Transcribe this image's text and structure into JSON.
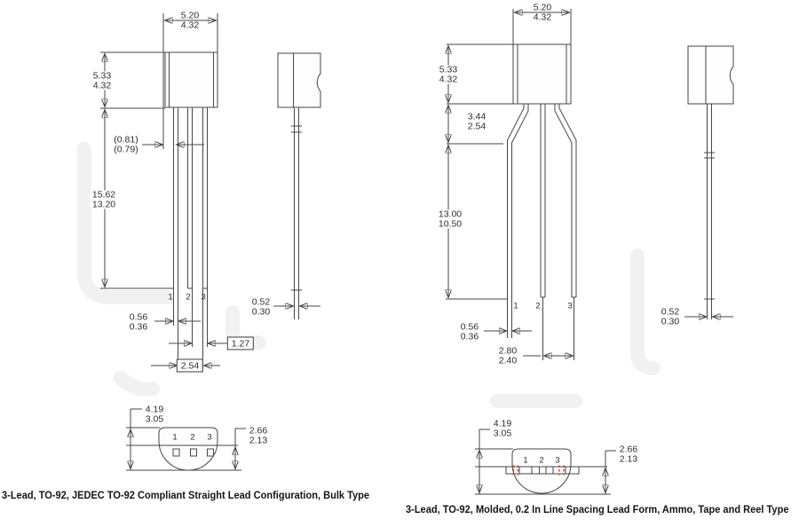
{
  "page": {
    "background_color": "#ffffff",
    "line_color": "#464646",
    "red_accent": "#c03a34"
  },
  "figure_left": {
    "caption": "3-Lead, TO-92, JEDEC TO-92 Compliant Straight Lead Configuration, Bulk Type",
    "dims": {
      "body_width": {
        "max": "5.20",
        "min": "4.32"
      },
      "body_height": {
        "max": "5.33",
        "min": "4.32"
      },
      "lead_offset_ref": {
        "max": "(0.81)",
        "min": "(0.79)"
      },
      "lead_length": {
        "max": "15.62",
        "min": "13.20"
      },
      "lead_width": {
        "max": "0.56",
        "min": "0.36"
      },
      "lead_pitch": "1.27",
      "lead_span": "2.54",
      "side_lead_thickness": {
        "max": "0.52",
        "min": "0.30"
      },
      "bottom_depth": {
        "max": "4.19",
        "min": "3.05"
      },
      "bottom_chord_depth": {
        "max": "2.66",
        "min": "2.13"
      }
    },
    "pins_front": [
      "1",
      "2",
      "3"
    ],
    "pins_bottom": [
      "1",
      "2",
      "3"
    ]
  },
  "figure_right": {
    "caption": "3-Lead, TO-92, Molded, 0.2 In Line Spacing Lead Form, Ammo, Tape and Reel Type",
    "dims": {
      "body_width": {
        "max": "5.20",
        "min": "4.32"
      },
      "body_height": {
        "max": "5.33",
        "min": "4.32"
      },
      "shoulder_height": {
        "max": "3.44",
        "min": "2.54"
      },
      "lead_length": {
        "max": "13.00",
        "min": "10.50"
      },
      "lead_width": {
        "max": "0.56",
        "min": "0.36"
      },
      "lead_spacing": {
        "max": "2.80",
        "min": "2.40"
      },
      "side_lead_thickness": {
        "max": "0.52",
        "min": "0.30"
      },
      "bottom_depth": {
        "max": "4.19",
        "min": "3.05"
      },
      "bottom_chord_depth": {
        "max": "2.66",
        "min": "2.13"
      }
    },
    "pins_front": [
      "1",
      "2",
      "3"
    ],
    "pins_bottom": [
      "1",
      "2",
      "3"
    ]
  }
}
